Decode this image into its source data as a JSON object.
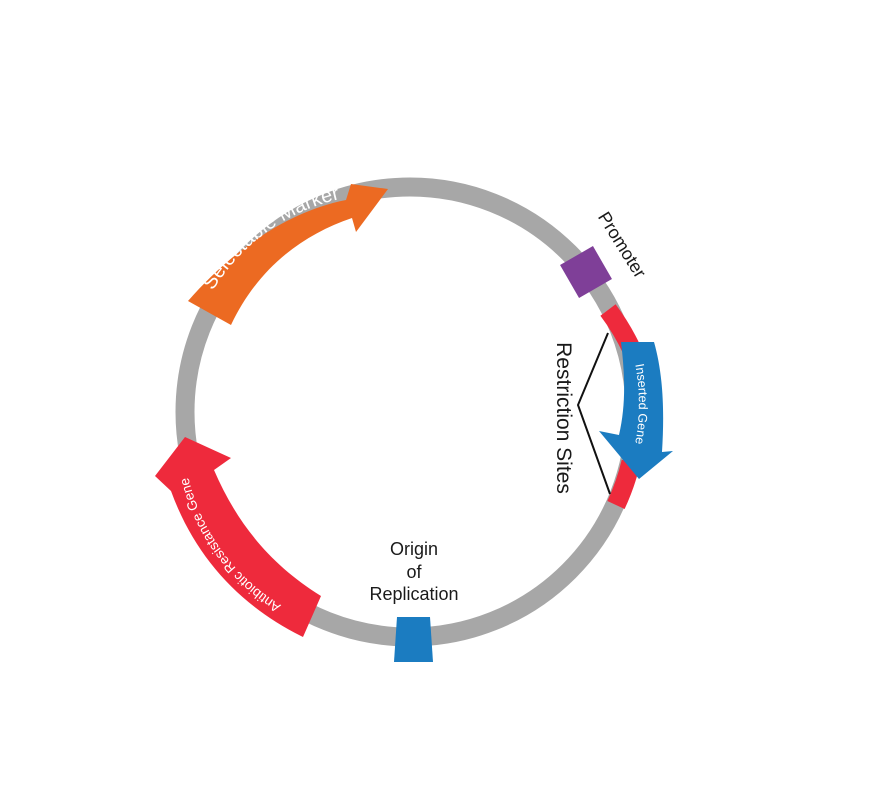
{
  "labels": {
    "selectable_marker": "Selectable Marker",
    "promoter": "Promoter",
    "restriction_sites": "Restriction Sites",
    "inserted_gene": "Inserted Gene",
    "origin_line1": "Origin",
    "origin_line2": "of",
    "origin_line3": "Replication",
    "antibiotic_resistance_gene": "Antibiotic Resistance Gene"
  },
  "colors": {
    "backbone": "#a7a7a7",
    "selectable_marker": "#ec6a22",
    "promoter": "#7f3f98",
    "restriction_site": "#ee2a3c",
    "inserted_gene": "#1b7cc1",
    "origin": "#1b7cc1",
    "antibiotic_resistance": "#ee2a3c",
    "text": "#1a1a1a"
  }
}
